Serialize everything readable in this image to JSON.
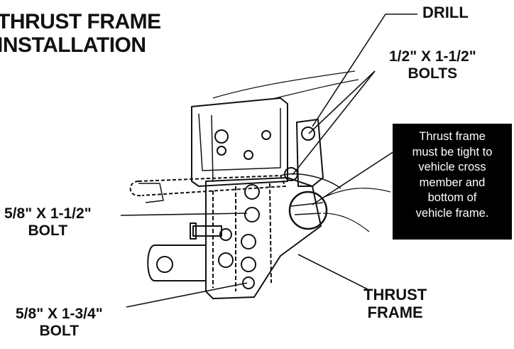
{
  "title": {
    "line1": "THRUST FRAME",
    "line2": "INSTALLATION"
  },
  "labels": {
    "drill": "DRILL",
    "bolts_half": {
      "line1": "1/2\" X 1-1/2\"",
      "line2": "BOLTS"
    },
    "bolt_58_112": {
      "line1": "5/8\" X 1-1/2\"",
      "line2": "BOLT"
    },
    "bolt_58_134": {
      "line1": "5/8\" X 1-3/4\"",
      "line2": "BOLT"
    },
    "thrust_frame": {
      "line1": "THRUST",
      "line2": "FRAME"
    }
  },
  "note": {
    "lines": [
      "Thrust frame",
      "must be tight to",
      "vehicle cross",
      "member and",
      "bottom of",
      "vehicle frame."
    ]
  },
  "colors": {
    "ink": "#111111",
    "note_bg": "#000000",
    "note_text": "#ffffff"
  }
}
